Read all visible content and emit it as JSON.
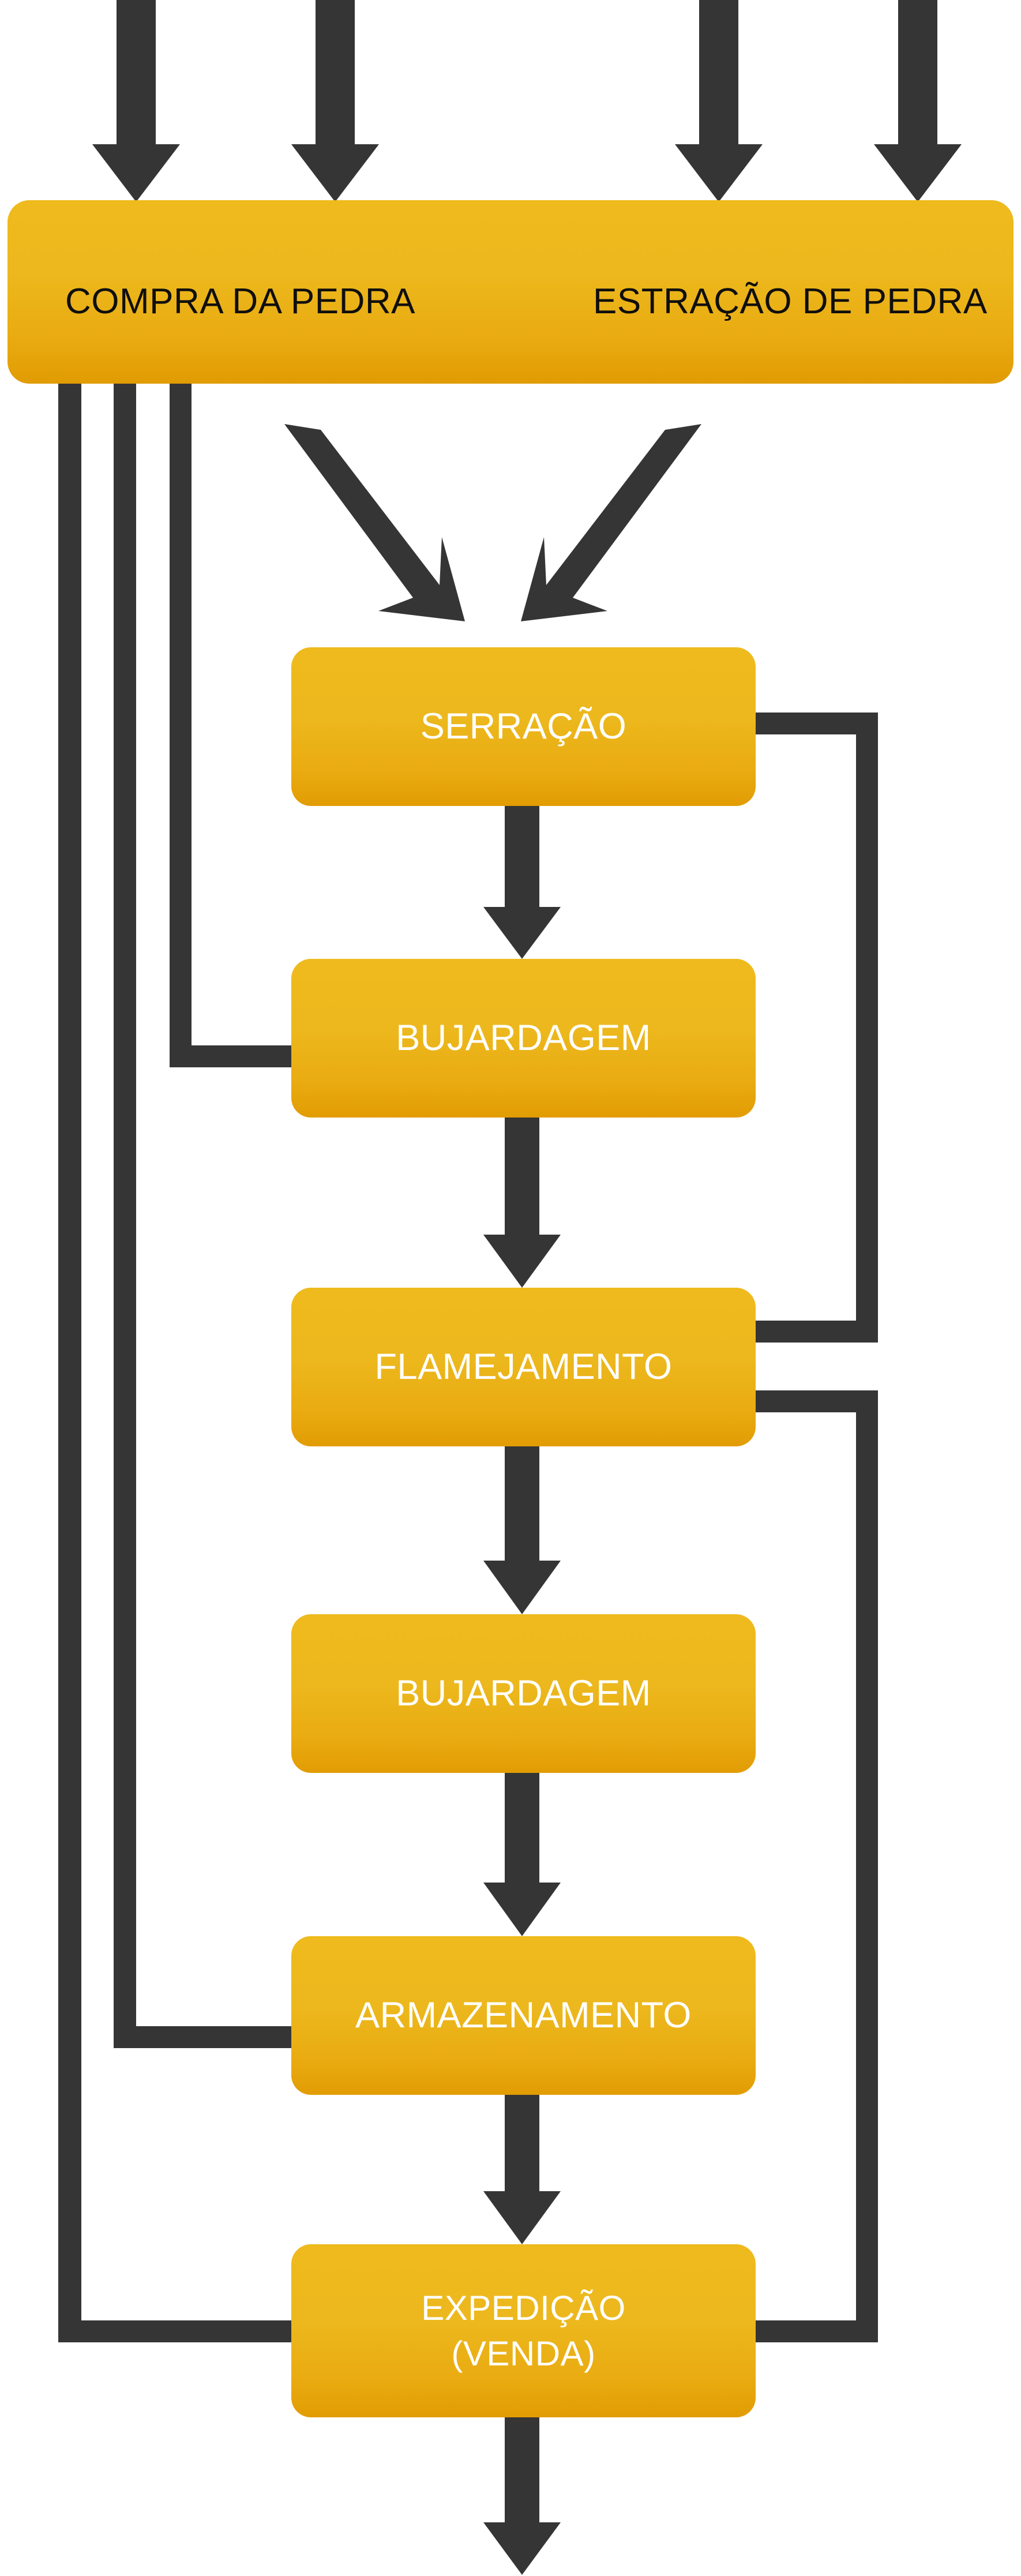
{
  "diagram": {
    "title_inputs": [
      "COMPRA DA PEDRA",
      "ESTRAÇÃO DE PEDRA"
    ],
    "colors": {
      "node_fill_top": "#eeba1d",
      "node_fill_bottom": "#e29c04",
      "connector": "#353535",
      "node_text": "#ffffff",
      "banner_text": "#100f0d",
      "background": "#ffffff"
    },
    "banner": {
      "label_left": "COMPRA DA PEDRA",
      "label_right": "ESTRAÇÃO DE PEDRA"
    },
    "nodes": [
      {
        "id": "serracao",
        "label": "SERRAÇÃO"
      },
      {
        "id": "bujardagem_1",
        "label": "BUJARDAGEM"
      },
      {
        "id": "flamejamento",
        "label": "FLAMEJAMENTO"
      },
      {
        "id": "bujardagem_2",
        "label": "BUJARDAGEM"
      },
      {
        "id": "armazenamento",
        "label": "ARMAZENAMENTO"
      },
      {
        "id": "expedicao",
        "label_line1": "EXPEDIÇÃO",
        "label_line2": "(VENDA)"
      }
    ],
    "edges": [
      {
        "from": "external-input-1",
        "to": "banner",
        "kind": "arrow-down"
      },
      {
        "from": "external-input-2",
        "to": "banner",
        "kind": "arrow-down"
      },
      {
        "from": "external-input-3",
        "to": "banner",
        "kind": "arrow-down"
      },
      {
        "from": "external-input-4",
        "to": "banner",
        "kind": "arrow-down"
      },
      {
        "from": "banner",
        "to": "serracao",
        "kind": "arrow-diagonal-right"
      },
      {
        "from": "banner",
        "to": "serracao",
        "kind": "arrow-diagonal-left"
      },
      {
        "from": "serracao",
        "to": "bujardagem_1",
        "kind": "arrow-down"
      },
      {
        "from": "bujardagem_1",
        "to": "flamejamento",
        "kind": "arrow-down"
      },
      {
        "from": "flamejamento",
        "to": "bujardagem_2",
        "kind": "arrow-down"
      },
      {
        "from": "bujardagem_2",
        "to": "armazenamento",
        "kind": "arrow-down"
      },
      {
        "from": "armazenamento",
        "to": "expedicao",
        "kind": "arrow-down"
      },
      {
        "from": "expedicao",
        "to": "external-output",
        "kind": "arrow-down"
      },
      {
        "from": "serracao",
        "to": "flamejamento",
        "kind": "right-loop"
      },
      {
        "from": "flamejamento",
        "to": "expedicao",
        "kind": "right-loop"
      },
      {
        "from": "banner",
        "to": "bujardagem_1",
        "kind": "left-loop"
      },
      {
        "from": "banner",
        "to": "armazenamento",
        "kind": "left-loop"
      },
      {
        "from": "banner",
        "to": "expedicao",
        "kind": "left-loop"
      }
    ]
  }
}
